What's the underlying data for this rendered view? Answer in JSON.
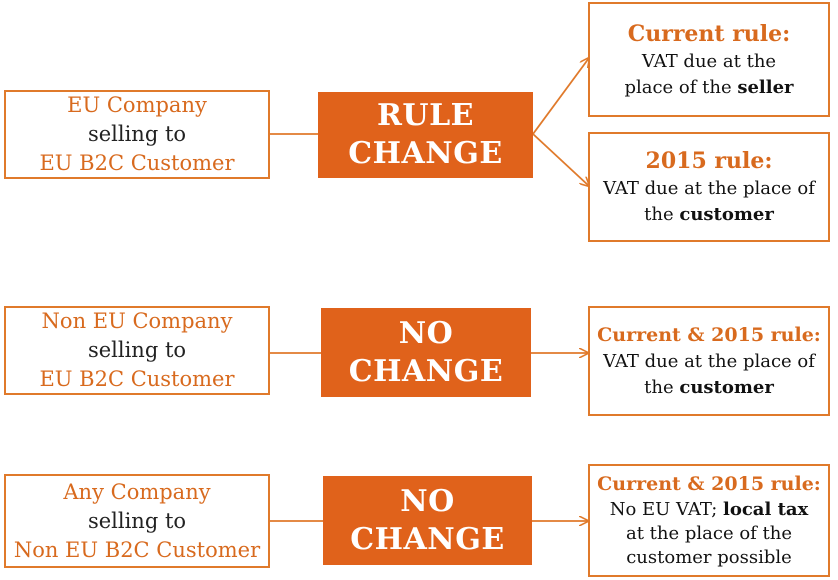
{
  "rows": [
    {
      "left": {
        "line1": "EU Company",
        "line2": "selling to",
        "line3": "EU B2C Customer"
      },
      "center": {
        "line1": "RULE",
        "line2": "CHANGE"
      },
      "right_a": {
        "heading": "Current rule:",
        "t1": "VAT due at the",
        "t2": "place of the ",
        "bold": "seller"
      },
      "right_b": {
        "heading": "2015 rule:",
        "t1": "VAT due at the place of",
        "t2": "the ",
        "bold": "customer"
      }
    },
    {
      "left": {
        "line1": "Non EU Company",
        "line2": "selling to",
        "line3": "EU B2C Customer"
      },
      "center": {
        "line1": "NO",
        "line2": "CHANGE"
      },
      "right": {
        "heading": "Current & 2015 rule:",
        "t1": "VAT due at the place of",
        "t2": "the ",
        "bold": "customer"
      }
    },
    {
      "left": {
        "line1": "Any Company",
        "line2": "selling to",
        "line3": "Non EU B2C Customer"
      },
      "center": {
        "line1": "NO",
        "line2": "CHANGE"
      },
      "right": {
        "heading": "Current & 2015 rule:",
        "t1": "No EU VAT; ",
        "bold": "local tax",
        "t2": "at the place of the",
        "t3": "customer possible"
      }
    }
  ],
  "colors": {
    "accent": "#e0621b",
    "border": "#e07a2b",
    "text_orange": "#d86a1e"
  }
}
